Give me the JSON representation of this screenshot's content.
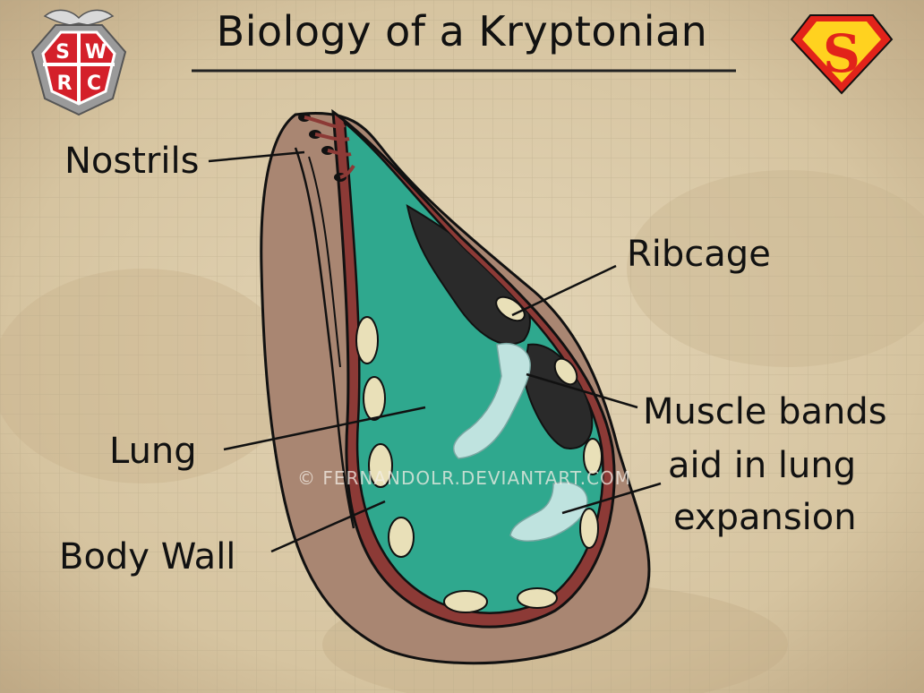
{
  "title": "Biology of a Kryptonian",
  "logo_left": {
    "letters": [
      "S",
      "W",
      "R",
      "C"
    ]
  },
  "logo_right": {
    "letter": "S"
  },
  "labels": {
    "nostrils": "Nostrils",
    "ribcage": "Ribcage",
    "muscle_line1": "Muscle bands",
    "muscle_line2": "aid in lung",
    "muscle_line3": "expansion",
    "lung": "Lung",
    "body_wall": "Body Wall"
  },
  "watermark": "© FERNANDOLR.DEVIANTART.COM",
  "colors": {
    "parchment": "#d9c8a6",
    "body": "#a98672",
    "wall": "#8c3a36",
    "lung": "#2fa88e",
    "rib": "#e9e0b8",
    "cavity": "#2a2a2a",
    "muscle": "#bfe3df"
  }
}
